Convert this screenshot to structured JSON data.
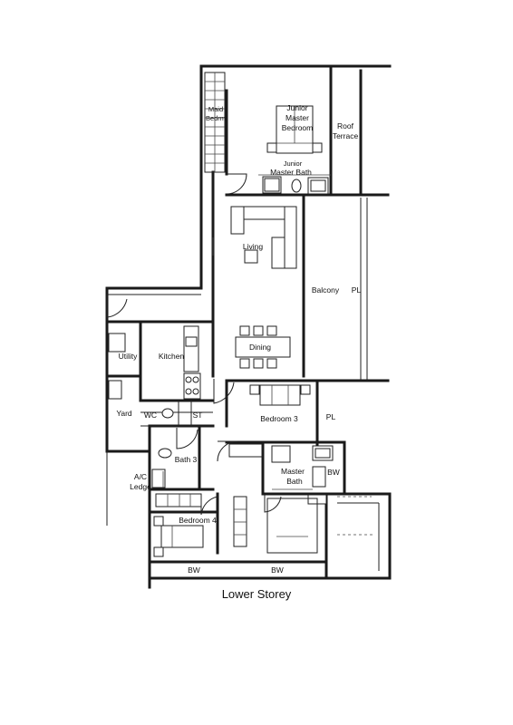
{
  "caption": "Lower Storey",
  "rooms": {
    "maid_bedrm": [
      "Maid",
      "Bedrm"
    ],
    "junior_master_bedroom": [
      "Junior",
      "Master",
      "Bedroom"
    ],
    "roof_terrace": [
      "Roof",
      "Terrace"
    ],
    "junior_master_bath": [
      "Junior",
      "Master Bath"
    ],
    "living": "Living",
    "balcony": "Balcony",
    "pl_top": "PL",
    "utility": "Utility",
    "kitchen": "Kitchen",
    "dining": "Dining",
    "yard": "Yard",
    "wc": "WC",
    "st": "ST",
    "bedroom3": "Bedroom 3",
    "pl_mid": "PL",
    "bath3": "Bath 3",
    "master_bath": [
      "Master",
      "Bath"
    ],
    "bw_right": "BW",
    "ac_ledge": [
      "A/C",
      "Ledge"
    ],
    "bedroom4": "Bedroom 4",
    "bw_bottom_left": "BW",
    "bw_bottom_right": "BW"
  }
}
